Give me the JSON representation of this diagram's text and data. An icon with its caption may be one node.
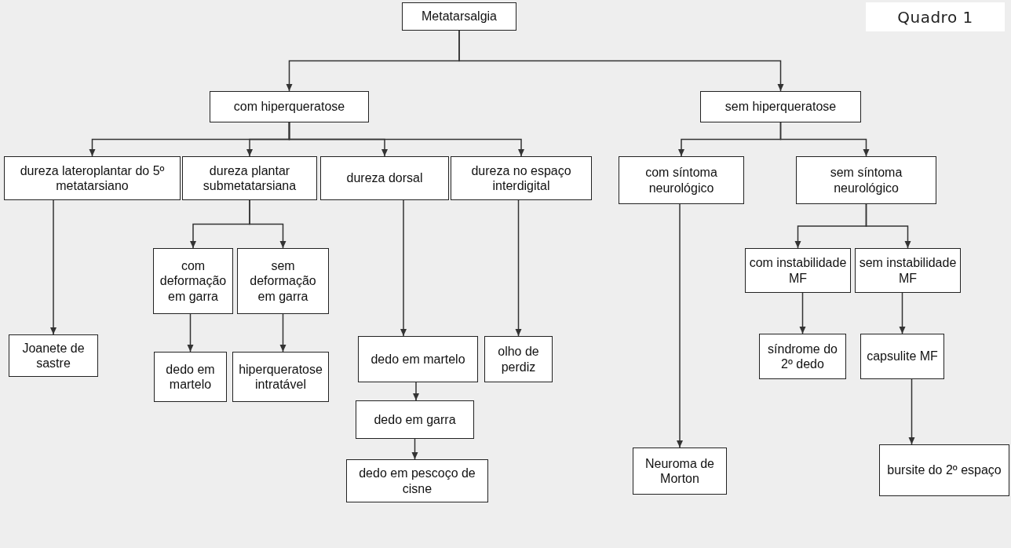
{
  "diagram": {
    "nodes": [
      {
        "text": [
          "Metatarsalgia"
        ]
      },
      {
        "text": [
          "com hiperqueratose"
        ]
      },
      {
        "text": [
          "sem hiperqueratose"
        ]
      },
      {
        "text": [
          "dureza lateroplantar do 5º metatarsiano"
        ]
      },
      {
        "text": [
          "dureza plantar submetatarsiana"
        ]
      },
      {
        "text": [
          "dureza dorsal"
        ]
      },
      {
        "text": [
          "dureza no espaço interdigital"
        ]
      },
      {
        "text": [
          "com síntoma neurológico"
        ]
      },
      {
        "text": [
          "sem síntoma neurológico"
        ]
      },
      {
        "text": [
          "com deformação em garra"
        ]
      },
      {
        "text": [
          "sem deformação em garra"
        ]
      },
      {
        "text": [
          "Joanete de sastre"
        ]
      },
      {
        "text": [
          "dedo em martelo"
        ]
      },
      {
        "text": [
          "hiperqueratose intratável"
        ]
      },
      {
        "text": [
          "dedo em martelo"
        ]
      },
      {
        "text": [
          "olho de perdiz"
        ]
      },
      {
        "text": [
          "com instabilidade MF"
        ]
      },
      {
        "text": [
          "sem instabilidade MF"
        ]
      },
      {
        "text": [
          "síndrome do 2º dedo"
        ]
      },
      {
        "text": [
          "capsulite MF"
        ]
      },
      {
        "text": [
          "dedo em garra"
        ]
      },
      {
        "text": [
          "dedo em pescoço de cisne"
        ]
      },
      {
        "text": [
          "Neuroma de Morton"
        ]
      },
      {
        "text": [
          "bursite do 2º espaço"
        ]
      }
    ],
    "edges": [
      {
        "from": 0,
        "to": 1,
        "arrow": "to"
      },
      {
        "from": 0,
        "to": 2,
        "arrow": "to"
      },
      {
        "from": 1,
        "to": 3,
        "arrow": "to"
      },
      {
        "from": 1,
        "to": 4,
        "arrow": "to"
      },
      {
        "from": 1,
        "to": 5,
        "arrow": "to"
      },
      {
        "from": 1,
        "to": 6,
        "arrow": "to"
      },
      {
        "from": 2,
        "to": 7,
        "arrow": "to"
      },
      {
        "from": 2,
        "to": 8,
        "arrow": "to"
      },
      {
        "from": 4,
        "to": 9,
        "arrow": "to"
      },
      {
        "from": 4,
        "to": 10,
        "arrow": "to"
      },
      {
        "from": 3,
        "to": 11,
        "arrow": "to"
      },
      {
        "from": 9,
        "to": 12,
        "arrow": "to"
      },
      {
        "from": 10,
        "to": 13,
        "arrow": "to"
      },
      {
        "from": 5,
        "to": 14,
        "arrow": "to"
      },
      {
        "from": 6,
        "to": 15,
        "arrow": "to"
      },
      {
        "from": 7,
        "to": 22,
        "arrow": "to"
      },
      {
        "from": 8,
        "to": 16,
        "arrow": "to"
      },
      {
        "from": 8,
        "to": 17,
        "arrow": "to"
      },
      {
        "from": 16,
        "to": 18,
        "arrow": "to"
      },
      {
        "from": 17,
        "to": 19,
        "arrow": "to"
      },
      {
        "from": 14,
        "to": 20,
        "arrow": "to"
      },
      {
        "from": 20,
        "to": 21,
        "arrow": "to"
      },
      {
        "from": 19,
        "to": 23,
        "arrow": "to"
      }
    ],
    "labels": [
      "Quadro 1"
    ]
  }
}
